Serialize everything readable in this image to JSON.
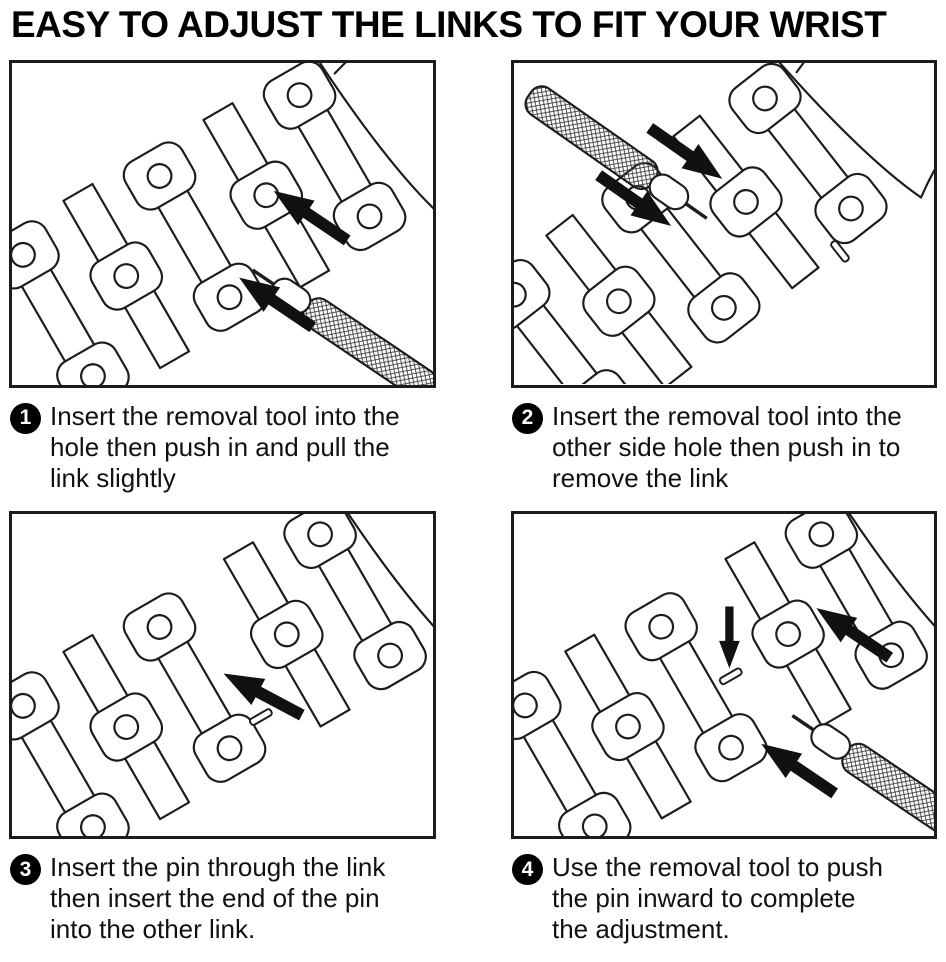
{
  "title": "EASY TO ADJUST THE LINKS TO FIT YOUR WRIST",
  "colors": {
    "ink": "#1c1c1c",
    "paper": "#ffffff",
    "arrow": "#111111"
  },
  "steps": [
    {
      "number": "1",
      "lines": [
        "Insert the removal tool into the",
        "hole then push in and pull the",
        "link slightly"
      ],
      "illustration": "removal-tool-inserted-from-lower-right-with-two-arrows"
    },
    {
      "number": "2",
      "lines": [
        "Insert the removal tool into the",
        "other side hole then push in to",
        "remove the link"
      ],
      "illustration": "removal-tool-inserted-from-upper-left-with-two-arrows"
    },
    {
      "number": "3",
      "lines": [
        "Insert the pin through the link",
        "then insert the end of the pin",
        "into the other link."
      ],
      "illustration": "pin-between-separated-links-with-arrow"
    },
    {
      "number": "4",
      "lines": [
        "Use the removal tool to push",
        "the pin inward to complete",
        "the adjustment."
      ],
      "illustration": "removal-tool-pushing-pin-inward-with-three-arrows"
    }
  ]
}
